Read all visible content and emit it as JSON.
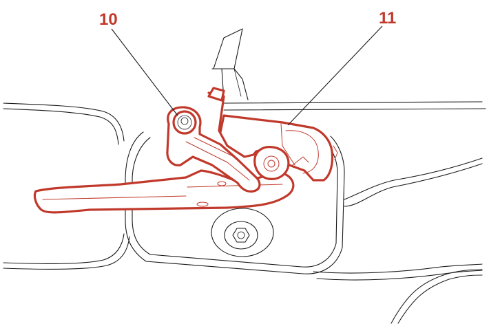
{
  "diagram": {
    "callouts": [
      {
        "id": "callout-10",
        "label": "10"
      },
      {
        "id": "callout-11",
        "label": "11"
      }
    ],
    "colors": {
      "highlight": "#c0392b",
      "line": "#1a1a1a",
      "background": "#ffffff"
    }
  }
}
